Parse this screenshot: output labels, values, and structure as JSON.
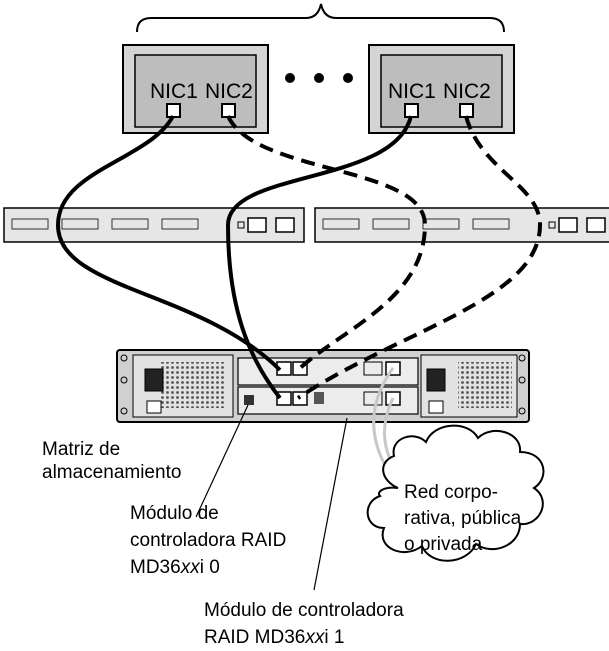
{
  "hosts": [
    {
      "nic1_label": "NIC1",
      "nic2_label": "NIC2"
    },
    {
      "nic1_label": "NIC1",
      "nic2_label": "NIC2"
    }
  ],
  "ellipsis_dots": 3,
  "colors": {
    "host_fill": "#d4d4d4",
    "switch_fill": "#e6e6e6",
    "cable": "#000000",
    "cloud_cable": "#c8c8c8"
  },
  "labels": {
    "storage_array": [
      "Matriz de",
      "almacenamiento"
    ],
    "raid_module_0": {
      "line1": "Módulo de",
      "line2": "controladora RAID",
      "line3_prefix": "MD36",
      "line3_italic": "xx",
      "line3_suffix": "i 0"
    },
    "raid_module_1": {
      "line1": "Módulo de controladora",
      "line2_prefix": "RAID MD36",
      "line2_italic": "xx",
      "line2_suffix": "i 1"
    },
    "network_cloud": [
      "Red corpo-",
      "rativa, pública",
      "o privada"
    ]
  }
}
